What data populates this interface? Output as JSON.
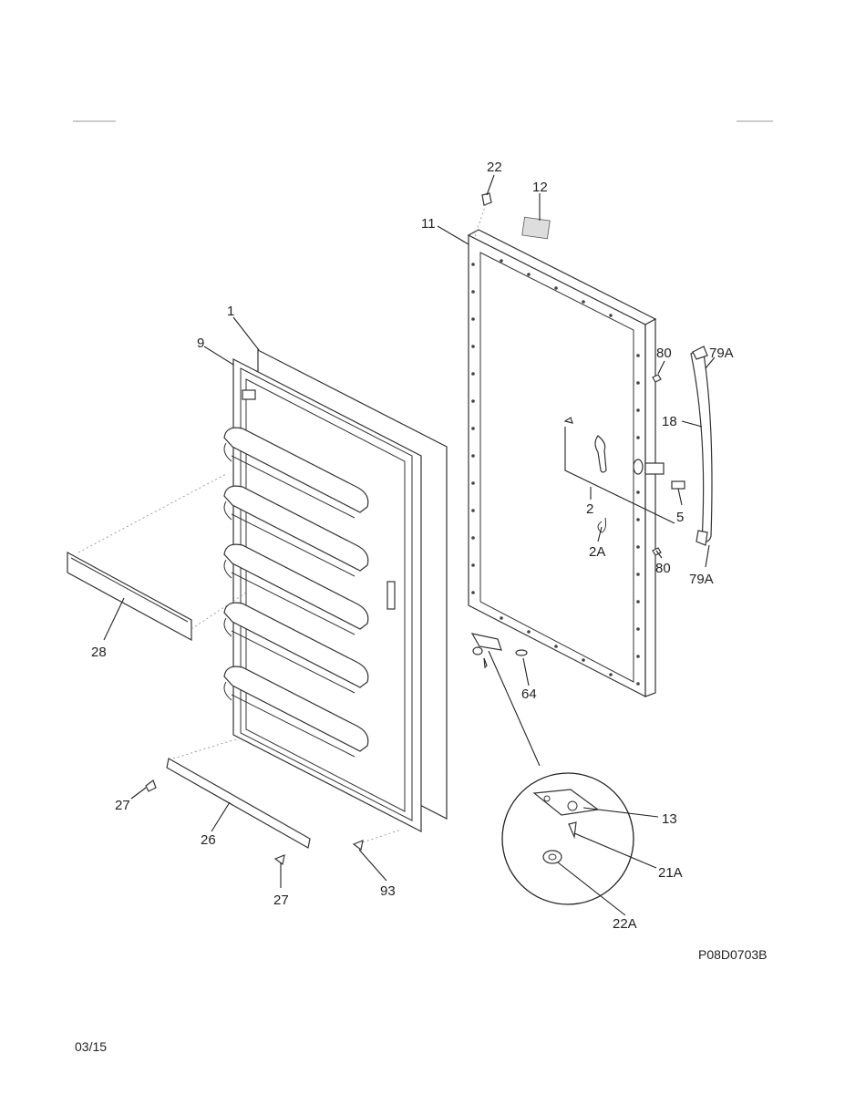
{
  "diagram_code": "P08D0703B",
  "page_date": "03/15",
  "labels": {
    "l22": "22",
    "l12": "12",
    "l11": "11",
    "l1": "1",
    "l9": "9",
    "l80_top": "80",
    "l79a_top": "79A",
    "l18": "18",
    "l2": "2",
    "l5": "5",
    "l2a": "2A",
    "l80_bot": "80",
    "l79a_bot": "79A",
    "l28": "28",
    "l64": "64",
    "l27_left": "27",
    "l26": "26",
    "l27_bot": "27",
    "l93": "93",
    "l13": "13",
    "l21a": "21A",
    "l22a": "22A"
  }
}
